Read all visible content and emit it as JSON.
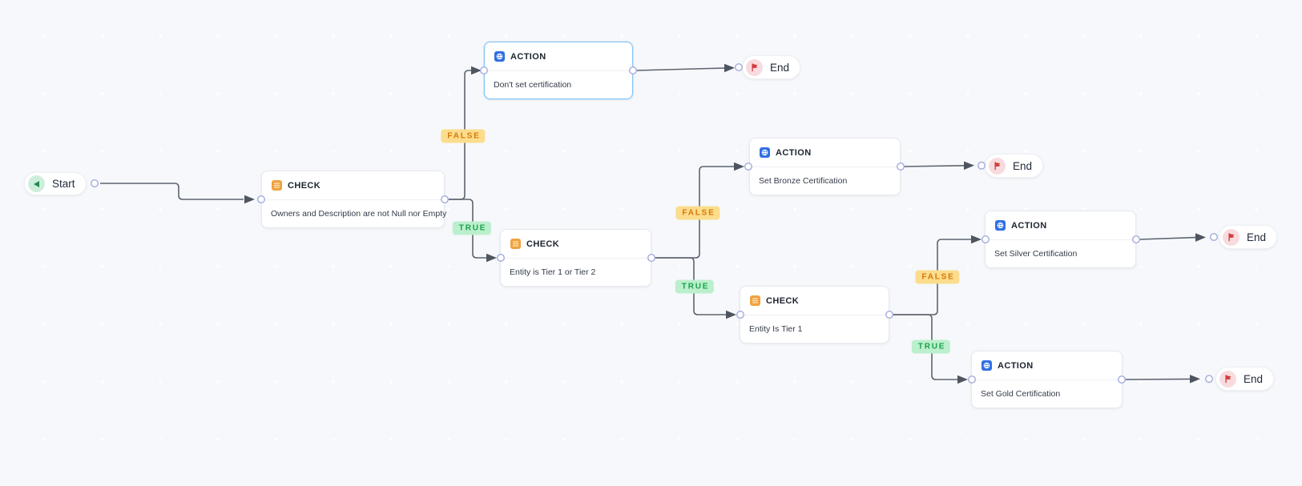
{
  "app": {
    "view": "workflow-canvas"
  },
  "colors": {
    "background": "#f6f8fb",
    "edge": "#5d6470",
    "connector_stroke": "#a3abdd",
    "selected_node_border": "#84c5f4",
    "check_icon": "#efa23f",
    "action_icon": "#2f6fe4",
    "start_icon_bg": "#cdeeda",
    "start_icon_fg": "#218c4b",
    "end_icon_bg": "#f8dbde",
    "end_icon_fg": "#d03d3d",
    "badge_true_bg": "#bcefcd",
    "badge_true_fg": "#17a34a",
    "badge_false_bg": "#fbdd8d",
    "badge_false_fg": "#d97706"
  },
  "start_node": {
    "label": "Start"
  },
  "end_nodes": [
    {
      "label": "End"
    },
    {
      "label": "End"
    },
    {
      "label": "End"
    },
    {
      "label": "End"
    }
  ],
  "nodes": [
    {
      "type": "CHECK",
      "description": "Owners and Description are not Null nor Empty",
      "selected": false
    },
    {
      "type": "ACTION",
      "description": "Don't set certification",
      "selected": true
    },
    {
      "type": "CHECK",
      "description": "Entity is Tier 1 or Tier 2",
      "selected": false
    },
    {
      "type": "ACTION",
      "description": "Set Bronze Certification",
      "selected": false
    },
    {
      "type": "CHECK",
      "description": "Entity Is Tier 1",
      "selected": false
    },
    {
      "type": "ACTION",
      "description": "Set Silver Certification",
      "selected": false
    },
    {
      "type": "ACTION",
      "description": "Set Gold Certification",
      "selected": false
    }
  ],
  "edge_labels": [
    {
      "label": "FALSE"
    },
    {
      "label": "TRUE"
    },
    {
      "label": "FALSE"
    },
    {
      "label": "TRUE"
    },
    {
      "label": "FALSE"
    },
    {
      "label": "TRUE"
    }
  ]
}
